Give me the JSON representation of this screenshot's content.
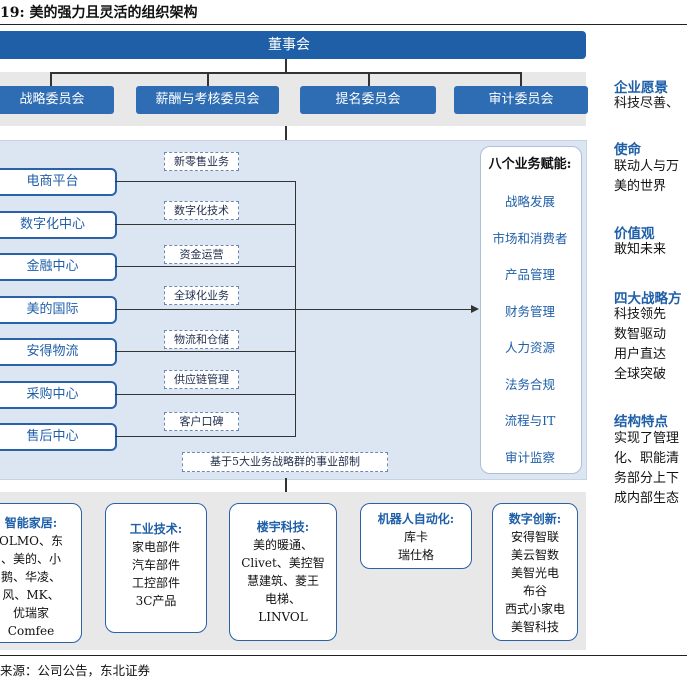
{
  "title": "19:  美的强力且灵活的组织架构",
  "board": "董事会",
  "committees": [
    "战略委员会",
    "薪酬与考核委员会",
    "提名委员会",
    "审计委员会"
  ],
  "units": [
    "电商平台",
    "数字化中心",
    "金融中心",
    "美的国际",
    "安得物流",
    "采购中心",
    "售后中心"
  ],
  "businesses": [
    "新零售业务",
    "数字化技术",
    "资金运营",
    "全球化业务",
    "物流和仓储",
    "供应链管理",
    "客户口碑"
  ],
  "empower": {
    "title": "八个业务赋能:",
    "items": [
      "战略发展",
      "市场和消费者",
      "产品管理",
      "财务管理",
      "人力资源",
      "法务合规",
      "流程与IT",
      "审计监察"
    ]
  },
  "structure_note": "基于5大业务战略群的事业部制",
  "groups": [
    {
      "title": "智能家居:",
      "lines": [
        "OLMO、东",
        "、美的、小",
        "鹅、华凌、",
        "风、MK、",
        "优瑞家",
        "Comfee"
      ]
    },
    {
      "title": "工业技术:",
      "lines": [
        "家电部件",
        "汽车部件",
        "工控部件",
        "3C产品"
      ]
    },
    {
      "title": "楼宇科技:",
      "lines": [
        "美的暖通、",
        "Clivet、美控智",
        "慧建筑、菱王",
        "电梯、",
        "LINVOL"
      ]
    },
    {
      "title": "机器人自动化:",
      "lines": [
        "库卡",
        "瑞仕格"
      ]
    },
    {
      "title": "数字创新:",
      "lines": [
        "安得智联",
        "美云智数",
        "美智光电",
        "布谷",
        "西式小家电",
        "美智科技"
      ]
    }
  ],
  "side": {
    "vision_h": "企业愿景",
    "vision_t": [
      "科技尽善、"
    ],
    "mission_h": "使命",
    "mission_t": [
      "联动人与万",
      "美的世界"
    ],
    "values_h": "价值观",
    "values_t": [
      "敢知未来"
    ],
    "strategy_h": "四大战略方",
    "strategy_t": [
      "科技领先",
      "数智驱动",
      "用户直达",
      "全球突破"
    ],
    "feature_h": "结构特点",
    "feature_t": [
      "实现了管理",
      "化、职能清",
      "务部分上下",
      "成内部生态"
    ]
  },
  "source": "来源：公司公告，东北证券"
}
